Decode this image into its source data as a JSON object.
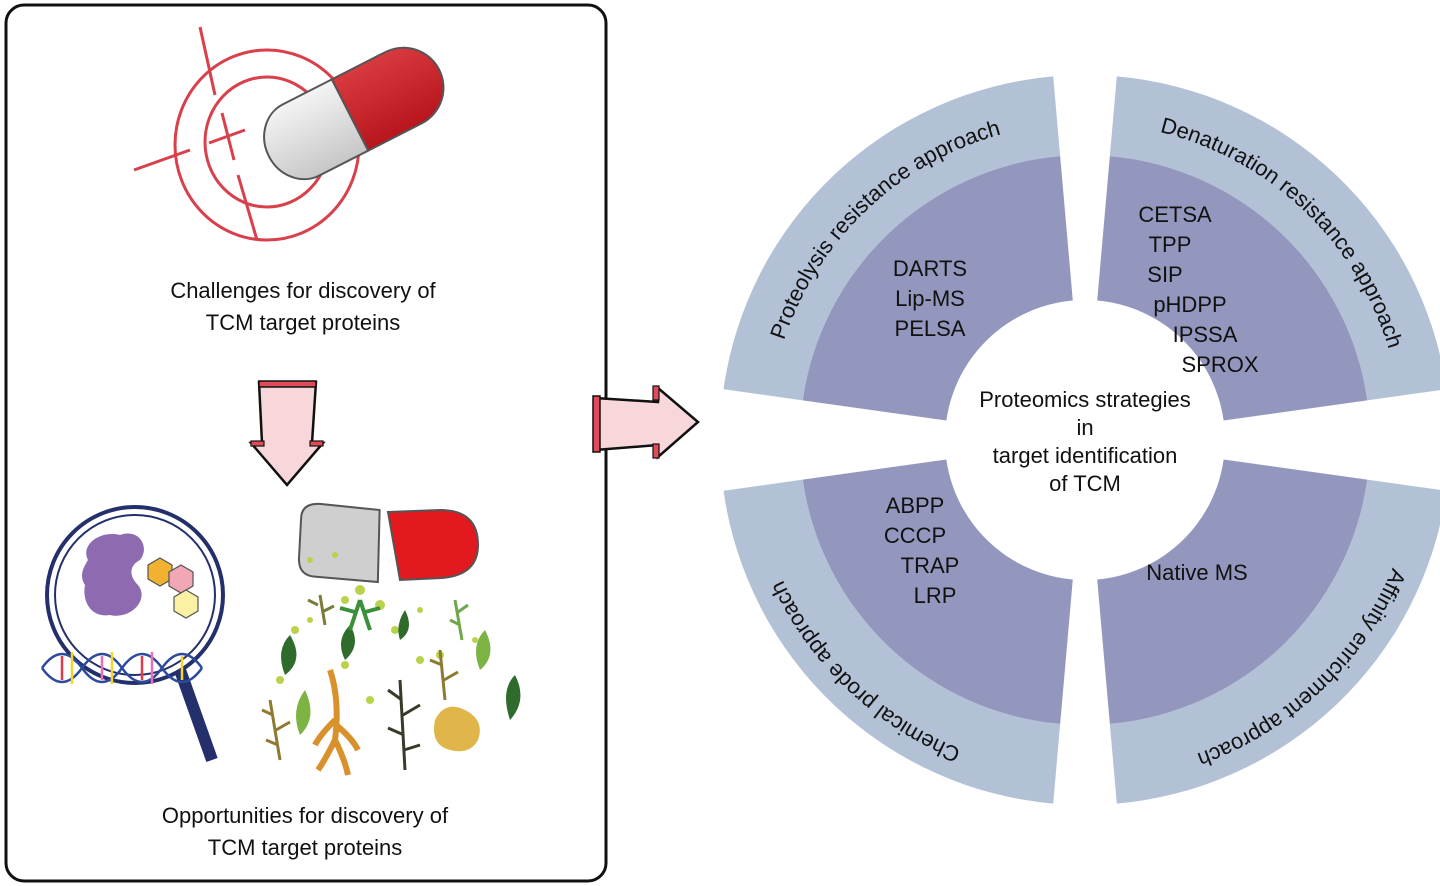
{
  "left_panel": {
    "challenges_caption": [
      "Challenges for discovery of",
      "TCM target proteins"
    ],
    "opportunities_caption": [
      "Opportunities for discovery of",
      "TCM target proteins"
    ],
    "icons": [
      "target-crosshair-icon",
      "capsule-icon",
      "magnifier-icon",
      "protein-icon",
      "dna-icon",
      "open-capsule-icon",
      "herbs-icon"
    ]
  },
  "arrows": {
    "down": "down-arrow-icon",
    "right": "right-arrow-icon"
  },
  "wheel": {
    "center_text": [
      "Proteomics strategies",
      "in",
      "target identification",
      "of TCM"
    ],
    "colors": {
      "outer": "#b3c1d6",
      "inner": "#9497bd",
      "text": "#111111"
    },
    "quadrants": [
      {
        "id": "top-left",
        "approach": "Proteolysis resistance approach",
        "methods": [
          "DARTS",
          "Lip-MS",
          "PELSA"
        ]
      },
      {
        "id": "top-right",
        "approach": "Denaturation resistance approach",
        "methods": [
          "CETSA",
          "TPP",
          "SIP",
          "pHDPP",
          "IPSSA",
          "SPROX"
        ]
      },
      {
        "id": "bottom-left",
        "approach": "Chemical prode approach",
        "methods": [
          "ABPP",
          "CCCP",
          "TRAP",
          "LRP"
        ]
      },
      {
        "id": "bottom-right",
        "approach": "Affinity enrichment approach",
        "methods": [
          "Native MS"
        ]
      }
    ]
  }
}
